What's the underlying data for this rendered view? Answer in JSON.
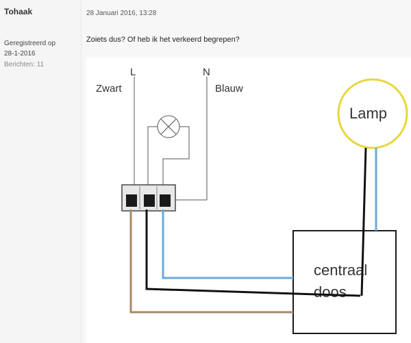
{
  "author": {
    "name": "Tohaak",
    "registered_label": "Geregistreerd op",
    "registered_date": "28-1-2016",
    "posts": "Berichten: 11"
  },
  "post": {
    "date": "28 Januari 2016, 13:28",
    "text": "Zoiets dus? Of heb ik het verkeerd begrepen?"
  },
  "diagram": {
    "label_l": "L",
    "label_n": "N",
    "label_zwart": "Zwart",
    "label_blauw": "Blauw",
    "label_lamp": "Lamp",
    "label_box_line1": "centraal",
    "label_box_line2": "doos",
    "colors": {
      "brown": "#a88866",
      "black": "#111111",
      "blue": "#6aaad8",
      "yellow": "#e8d63c",
      "gray": "#555555"
    }
  }
}
